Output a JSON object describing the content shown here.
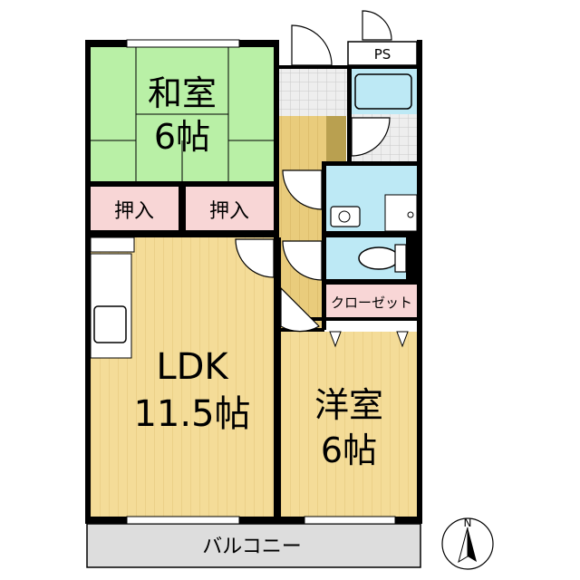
{
  "rooms": {
    "washitsu": {
      "name": "和室",
      "size": "6帖"
    },
    "oshiire_left": "押入",
    "oshiire_right": "押入",
    "ldk": {
      "name": "LDK",
      "size": "11.5帖"
    },
    "youshitsu": {
      "name": "洋室",
      "size": "6帖"
    },
    "closet": "クローゼット",
    "balcony": "バルコニー",
    "ps": "PS"
  },
  "compass": {
    "north": "N"
  },
  "colors": {
    "tatami": "#b9f0a6",
    "wood_floor": "#f4dc98",
    "wood_line": "#e2c377",
    "storage": "#f8d6d6",
    "bath": "#bde9f5",
    "corridor": "#d8be73",
    "corridor_dark": "#b9a050",
    "tile": "#e8e8e8",
    "balcony": "#dddddd",
    "wall": "#000000"
  }
}
